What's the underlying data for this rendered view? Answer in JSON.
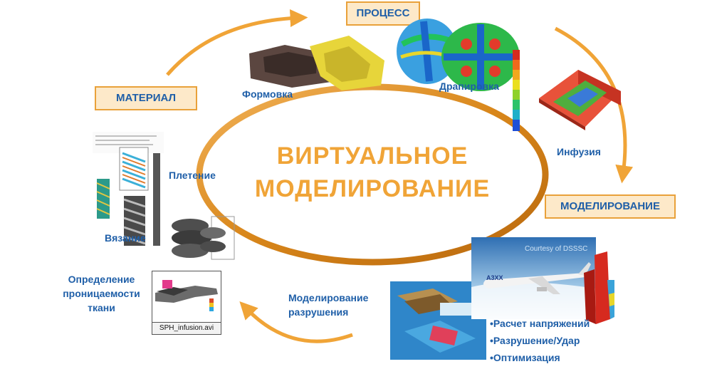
{
  "center": {
    "title_line1": "ВИРТУАЛЬНОЕ",
    "title_line2": "МОДЕЛИРОВАНИЕ"
  },
  "stages": {
    "process": "ПРОЦЕСС",
    "material": "МАТЕРИАЛ",
    "modeling": "МОДЕЛИРОВАНИЕ"
  },
  "process_steps": {
    "forming": "Формовка",
    "draping": "Драпировка",
    "infusion": "Инфузия"
  },
  "material_steps": {
    "weaving": "Плетение",
    "knitting": "Вязание",
    "permeability_line1": "Определение",
    "permeability_line2": "проницаемости",
    "permeability_line3": "ткани",
    "video_caption": "SPH_infusion.avi"
  },
  "modeling_steps": {
    "failure_line1": "Моделирование",
    "failure_line2": "разрушения",
    "bullets": [
      "•Расчет напряжений",
      "•Разрушение/Удар",
      "•Оптимизация"
    ],
    "aircraft_text": "A3XX",
    "photo_credit": "Courtesy of DSSSC"
  },
  "colors": {
    "accent_orange": "#f0a437",
    "text_blue": "#1f5fa8",
    "box_fill": "#fde9c9"
  }
}
